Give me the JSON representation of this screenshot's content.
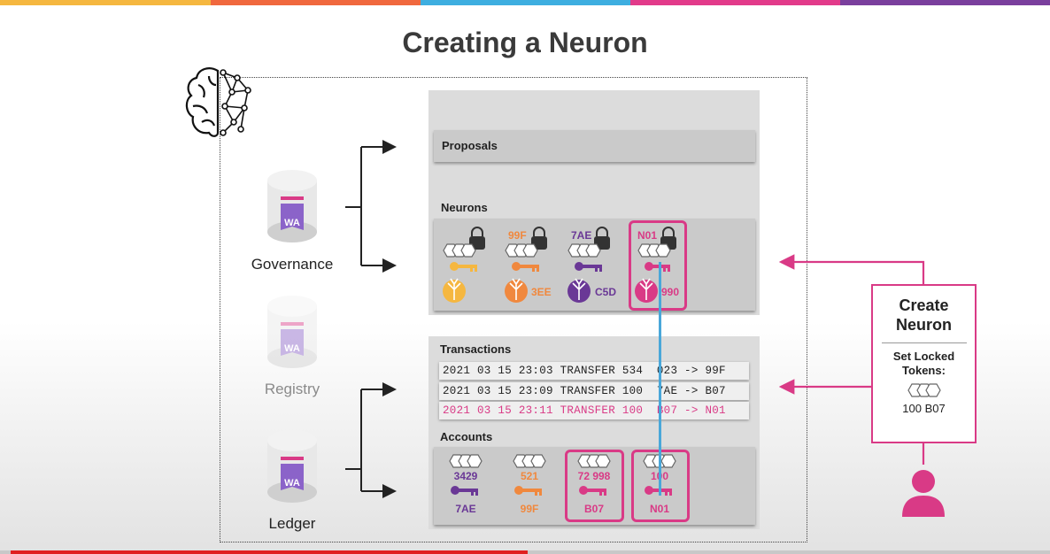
{
  "title": "Creating a Neuron",
  "colors": {
    "pink": "#d93a86",
    "orange": "#f0883e",
    "yellow": "#f5b740",
    "purple": "#6a3896",
    "blue": "#49a7d9",
    "db_purple": "#8b63c9"
  },
  "canisters": [
    {
      "name": "Governance",
      "badge": "WA"
    },
    {
      "name": "Registry",
      "badge": "WA"
    },
    {
      "name": "Ledger",
      "badge": "WA"
    }
  ],
  "governance": {
    "proposals_label": "Proposals",
    "neurons_label": "Neurons",
    "neurons": [
      {
        "id": "",
        "brain_id": "",
        "color": "#f5b740"
      },
      {
        "id": "99F",
        "brain_id": "3EE",
        "color": "#f0883e"
      },
      {
        "id": "7AE",
        "brain_id": "C5D",
        "color": "#6a3896"
      },
      {
        "id": "N01",
        "brain_id": "990",
        "color": "#d93a86"
      }
    ]
  },
  "ledger": {
    "transactions_label": "Transactions",
    "transactions": [
      {
        "text": "2021 03 15 23:03 TRANSFER 534  023 -> 99F"
      },
      {
        "text": "2021 03 15 23:09 TRANSFER 100  7AE -> B07"
      },
      {
        "text": "2021 03 15 23:11 TRANSFER 100  B07 -> N01"
      }
    ],
    "accounts_label": "Accounts",
    "accounts": [
      {
        "balance": "3429",
        "id": "7AE",
        "color": "#6a3896"
      },
      {
        "balance": "521",
        "id": "99F",
        "color": "#f0883e"
      },
      {
        "balance": "72 998",
        "id": "B07",
        "color": "#d93a86"
      },
      {
        "balance": "100",
        "id": "N01",
        "color": "#d93a86"
      }
    ]
  },
  "create_box": {
    "title_line1": "Create",
    "title_line2": "Neuron",
    "sub_line1": "Set Locked",
    "sub_line2": "Tokens:",
    "amount": "100 B07"
  }
}
